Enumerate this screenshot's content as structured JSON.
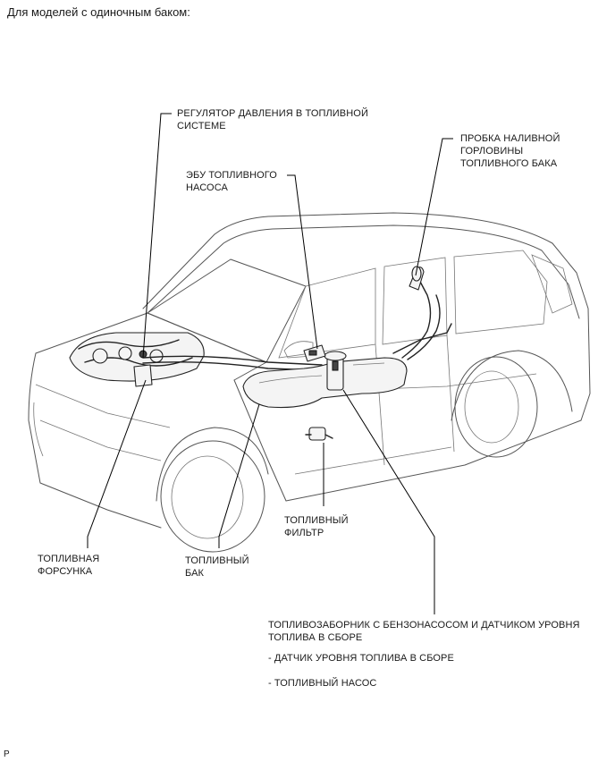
{
  "heading": "Для моделей с одиночным баком:",
  "corner_mark": "P",
  "labels": {
    "pressure_regulator": "РЕГУЛЯТОР ДАВЛЕНИЯ В ТОПЛИВНОЙ\nСИСТЕМЕ",
    "fuel_pump_ecu": "ЭБУ ТОПЛИВНОГО\nНАСОСА",
    "filler_cap": "ПРОБКА НАЛИВНОЙ\nГОРЛОВИНЫ\nТОПЛИВНОГО БАКА",
    "fuel_injector": "ТОПЛИВНАЯ\nФОРСУНКА",
    "fuel_tank": "ТОПЛИВНЫЙ\nБАК",
    "fuel_filter": "ТОПЛИВНЫЙ\nФИЛЬТР",
    "suction_assembly": "ТОПЛИВОЗАБОРНИК С БЕНЗОНАСОСОМ И ДАТЧИКОМ УРОВНЯ\nТОПЛИВА В СБОРЕ",
    "sub_gauge": "- ДАТЧИК УРОВНЯ ТОПЛИВА В СБОРЕ",
    "sub_pump": "- ТОПЛИВНЫЙ НАСОС"
  }
}
